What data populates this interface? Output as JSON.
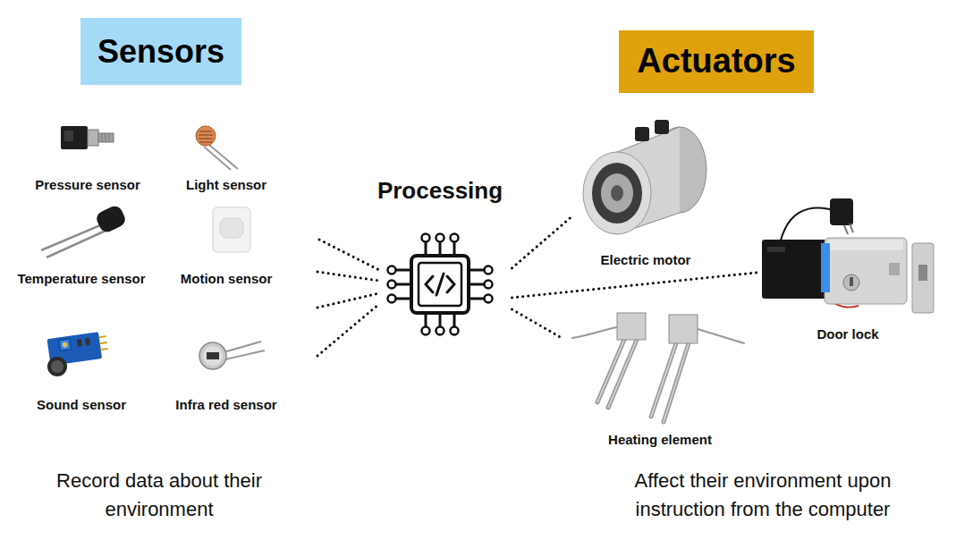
{
  "diagram": {
    "nodes": [
      {
        "text": [
          "Sensors"
        ]
      },
      {
        "text": [
          "Actuators"
        ]
      },
      {
        "text": [
          "Processing"
        ]
      },
      {
        "text": [
          "Electric motor"
        ]
      },
      {
        "text": [
          "Door lock"
        ]
      },
      {
        "text": [
          "Heating element"
        ]
      }
    ],
    "edges": [
      {
        "from": 2,
        "to": 3,
        "arrow": "none"
      },
      {
        "from": 2,
        "to": 4,
        "arrow": "none"
      },
      {
        "from": 2,
        "to": 5,
        "arrow": "none"
      }
    ],
    "labels": [
      "Pressure sensor",
      "Light sensor",
      "Temperature sensor",
      "Motion sensor",
      "Sound sensor",
      "Infra red sensor",
      "Record data about their environment",
      "Affect their environment upon instruction from the computer"
    ]
  }
}
